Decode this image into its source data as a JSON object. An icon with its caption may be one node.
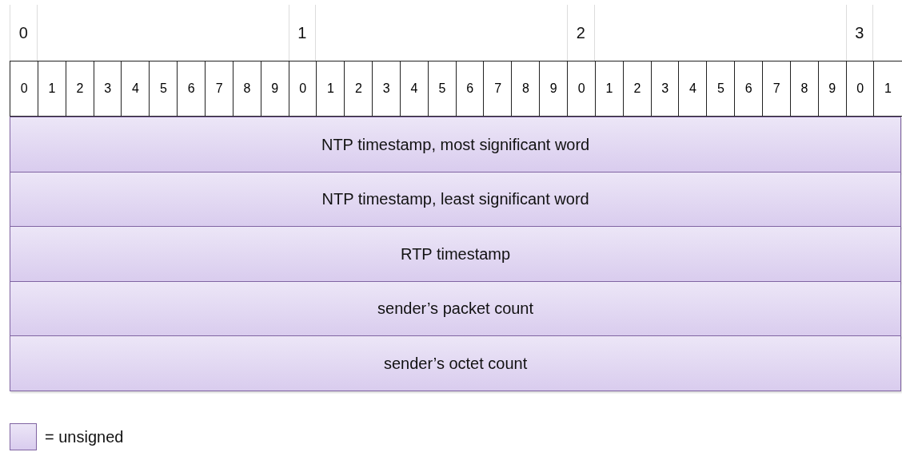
{
  "diagram": {
    "nodes": [
      {
        "text": [
          "NTP timestamp, most significant word"
        ]
      },
      {
        "text": [
          "NTP timestamp, least significant word"
        ]
      },
      {
        "text": [
          "RTP timestamp"
        ]
      },
      {
        "text": [
          "sender’s packet count"
        ]
      },
      {
        "text": [
          "sender’s octet count"
        ]
      }
    ],
    "labels": [
      "0",
      "1",
      "2",
      "3",
      "0",
      "1",
      "2",
      "3",
      "4",
      "5",
      "6",
      "7",
      "8",
      "9",
      "0",
      "1",
      "2",
      "3",
      "4",
      "5",
      "6",
      "7",
      "8",
      "9",
      "0",
      "1",
      "2",
      "3",
      "4",
      "5",
      "6",
      "7",
      "8",
      "9",
      "0",
      "1"
    ],
    "legend": [
      {
        "text": "= unsigned",
        "color": "#d9ccee"
      }
    ]
  }
}
